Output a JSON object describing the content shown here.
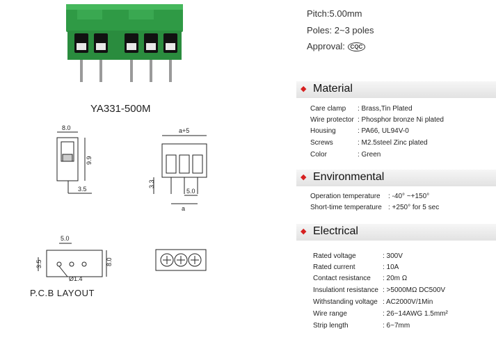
{
  "product": {
    "model": "YA331-500M",
    "pcb_label": "P.C.B  LAYOUT"
  },
  "specs": {
    "pitch": "Pitch:5.00mm",
    "poles": "Poles: 2~3  poles",
    "approval_label": "Approval:",
    "approval_mark": "CQC"
  },
  "drawing": {
    "side_width": "8.0",
    "side_height": "9.9",
    "side_offset": "3.5",
    "front_width": "a+5",
    "front_pin": "3.3",
    "front_pitch": "5.0",
    "front_a": "a",
    "pcb_pitch": "5.0",
    "pcb_height": "8.0",
    "pcb_offset": "3.5",
    "pcb_hole": "Ø1.4"
  },
  "sections": {
    "material": {
      "title": "Material",
      "rows": [
        {
          "label": "Care clamp",
          "value": ": Brass,Tin Plated"
        },
        {
          "label": "Wire  protector",
          "value": ": Phosphor bronze Ni  plated"
        },
        {
          "label": "Housing",
          "value": ":  PA66,  UL94V-0"
        },
        {
          "label": "Screws",
          "value": ": M2.5steel  Zinc plated"
        },
        {
          "label": "Color",
          "value": ":  Green"
        }
      ]
    },
    "environmental": {
      "title": "Environmental",
      "rows": [
        {
          "label": "Operation  temperature",
          "value": ":  -40°  ~+150°"
        },
        {
          "label": "Short-time  temperature",
          "value": ": +250°  for 5 sec"
        }
      ]
    },
    "electrical": {
      "title": "Electrical",
      "rows": [
        {
          "label": "Rated  voltage",
          "value": ":  300V"
        },
        {
          "label": "Rated  current",
          "value": ":  10A"
        },
        {
          "label": "Contact  resistance",
          "value": ":  20m Ω"
        },
        {
          "label": "Insulationt  resistance",
          "value": ": >5000MΩ  DC500V"
        },
        {
          "label": "Withstanding  voltage",
          "value": ": AC2000V/1Min"
        },
        {
          "label": "Wire  range",
          "value": ":  26~14AWG 1.5mm²"
        },
        {
          "label": "Strip  length",
          "value": ":  6~7mm"
        }
      ]
    }
  }
}
